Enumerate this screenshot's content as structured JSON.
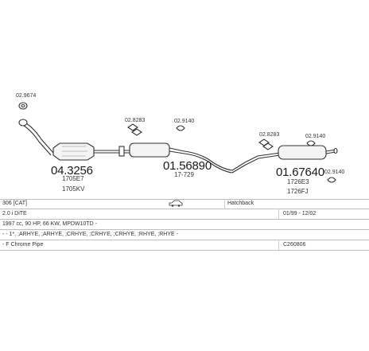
{
  "parts": {
    "p1_ref": "02.9674",
    "cat_code": "04.3256",
    "cat_sub1": "1705E7",
    "cat_sub2": "1705KV",
    "p2_ref": "02.8283",
    "p3_ref": "02.9140",
    "mid_code": "01.56890",
    "mid_sub": "17-729",
    "p4_ref": "02.8283",
    "p5_ref": "02.9140",
    "rear_code": "01.67640",
    "rear_sub1": "1726E3",
    "rear_sub2": "1726FJ",
    "p6_ref": "02.9140"
  },
  "info": {
    "model": "306 [CAT]",
    "body": "Hatchback",
    "engine": "2.0 i DiTE",
    "years": "01/99 - 12/02",
    "specs": "1997 cc, 90 HP, 66 KW, MPDW10TD -",
    "engine_codes": "- - 1*, ;ARHYE, ;ARHYE, ;CRHYE, ;CRHYE, ;CRHYE, ;RHYE, ;RHYE -",
    "item": "- F Chrome Pipe",
    "item_code": "C260806"
  }
}
